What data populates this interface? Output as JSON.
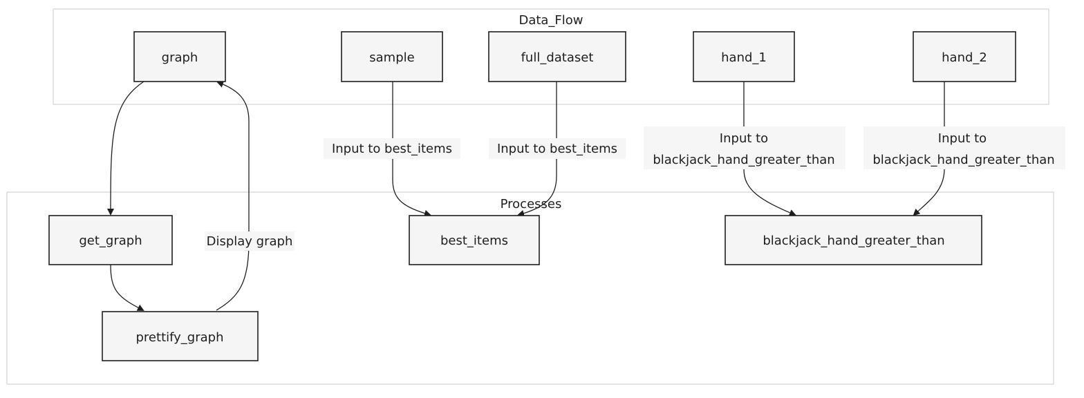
{
  "clusters": {
    "data_flow": "Data_Flow",
    "processes": "Processes"
  },
  "nodes": {
    "graph": "graph",
    "sample": "sample",
    "full_dataset": "full_dataset",
    "hand_1": "hand_1",
    "hand_2": "hand_2",
    "get_graph": "get_graph",
    "prettify_graph": "prettify_graph",
    "best_items": "best_items",
    "blackjack_hand_greater_than": "blackjack_hand_greater_than"
  },
  "edges": {
    "display_graph": "Display graph",
    "sample_to_best_items": "Input to best_items",
    "full_dataset_to_best_items": "Input to best_items",
    "hand_1_line_1": "Input to",
    "hand_1_line_2": "blackjack_hand_greater_than",
    "hand_2_line_1": "Input to",
    "hand_2_line_2": "blackjack_hand_greater_than"
  }
}
